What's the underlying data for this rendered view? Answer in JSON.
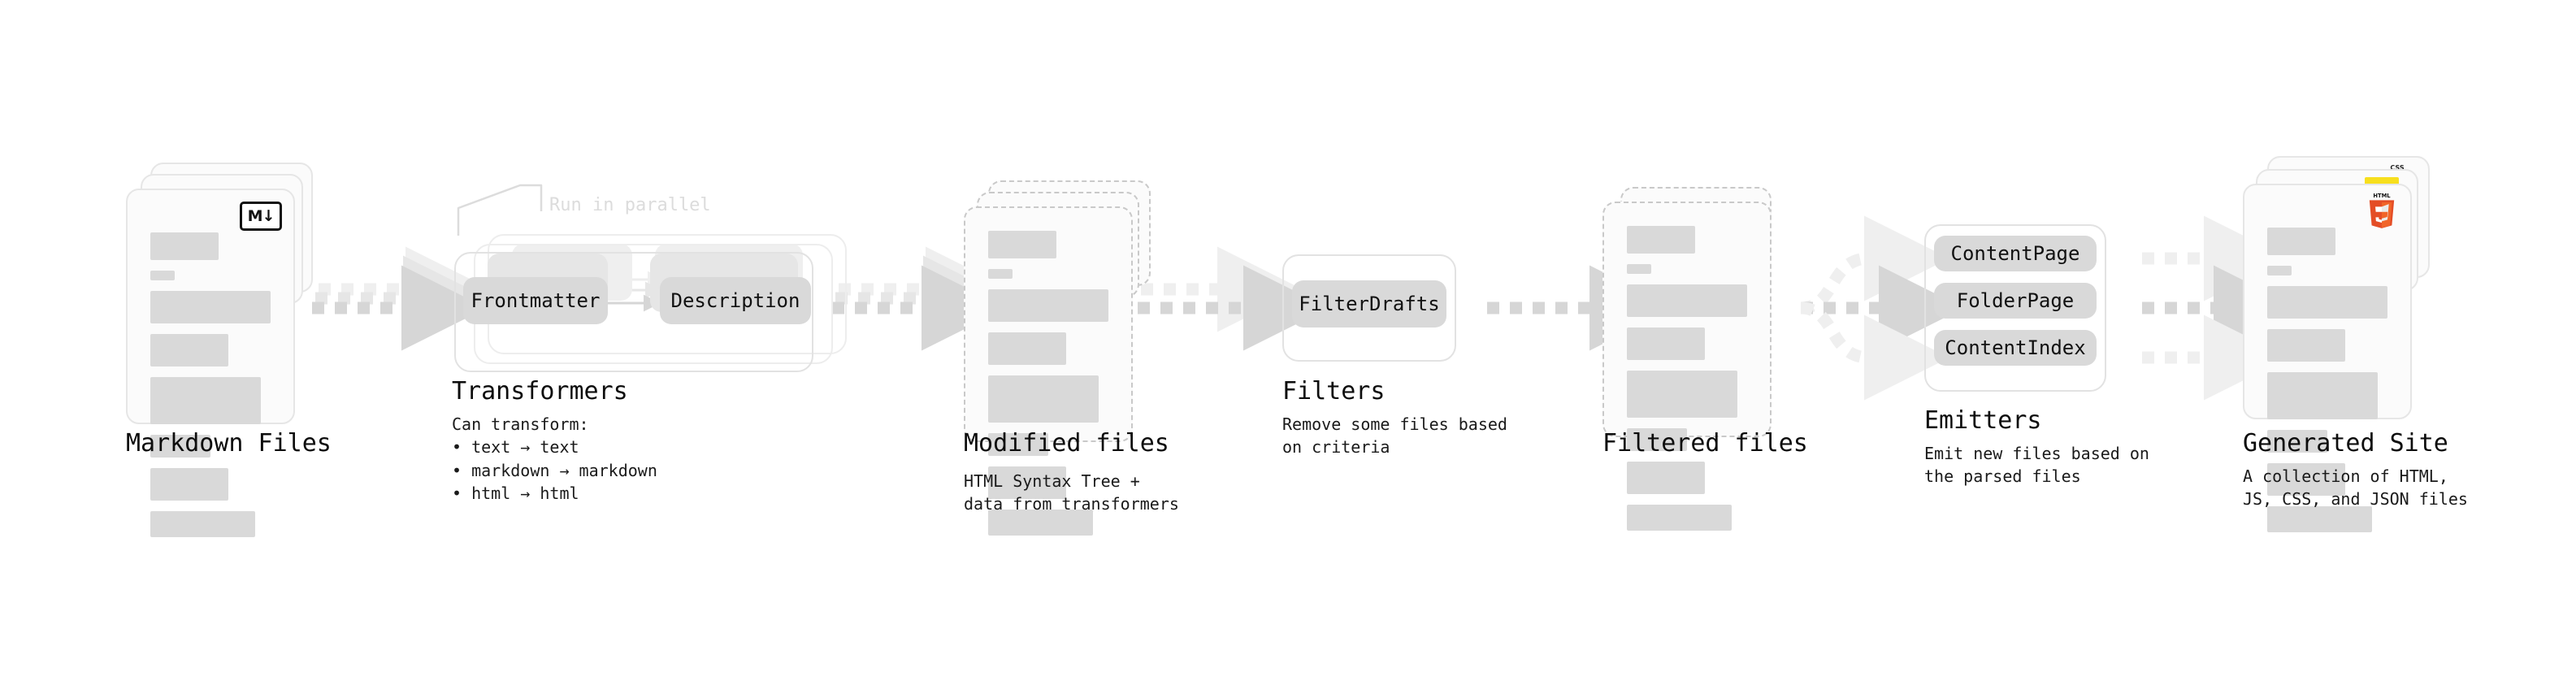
{
  "diagram": {
    "title": "Quartz static site generation pipeline",
    "colors": {
      "card_bg": "#FBFBFB",
      "card_border": "#E6E6E6",
      "dashed_border": "#C9C9C9",
      "placeholder_bar": "#D9D9D9",
      "arrow": "#D6D6D6",
      "pill_active": "#D9D9D9",
      "text": "#111111",
      "muted_text": "#DCDCDC",
      "html5_orange": "#E44D26",
      "html5_orange_light": "#F16529",
      "js_yellow": "#F7DF1E",
      "css_blue": "#264DE4"
    }
  },
  "stages": [
    {
      "id": "markdown-files",
      "title": "Markdown Files",
      "desc": "",
      "badge": "markdown-icon",
      "badge_label": "M",
      "card_style": "solid",
      "stack_count": 3
    },
    {
      "id": "transformers",
      "title": "Transformers",
      "desc": "Can transform:\n  • text  →  text\n  • markdown  →  markdown\n  • html  →  html",
      "annotation": "Run in parallel",
      "layers": 3,
      "pills": [
        "Frontmatter",
        "Description"
      ]
    },
    {
      "id": "modified-files",
      "title": "Modified files",
      "desc": "HTML Syntax Tree +\ndata from transformers",
      "card_style": "dashed",
      "stack_count": 3
    },
    {
      "id": "filters",
      "title": "Filters",
      "desc": "Remove some files based\non criteria",
      "pills": [
        "FilterDrafts"
      ]
    },
    {
      "id": "filtered-files",
      "title": "Filtered files",
      "desc": "",
      "card_style": "dashed",
      "stack_count": 2
    },
    {
      "id": "emitters",
      "title": "Emitters",
      "desc": "Emit new files based on\nthe parsed files",
      "pills": [
        "ContentPage",
        "FolderPage",
        "ContentIndex"
      ]
    },
    {
      "id": "generated-site",
      "title": "Generated Site",
      "desc": "A collection of HTML,\nJS, CSS, and JSON files",
      "badges": [
        "html5-icon",
        "js-icon",
        "css-icon"
      ],
      "card_style": "solid",
      "stack_count": 3
    }
  ],
  "connectors": [
    {
      "id": "arrow-markdown-to-transformers",
      "type": "dashed-arrow",
      "count": 3
    },
    {
      "id": "arrow-transformers-to-modified",
      "type": "dashed-arrow",
      "count": 3
    },
    {
      "id": "arrow-modified-to-filters",
      "type": "dashed-arrow",
      "count": 1
    },
    {
      "id": "arrow-filters-to-filtered",
      "type": "dashed-arrow",
      "count": 1
    },
    {
      "id": "arrow-filtered-to-emitters",
      "type": "dashed-arrow-fanout",
      "count": 3
    },
    {
      "id": "arrow-emitters-to-site",
      "type": "dashed-arrow",
      "count": 3
    }
  ],
  "bars": {
    "widths_pct": [
      57,
      20,
      100,
      65,
      92,
      50,
      65,
      87
    ],
    "heights": [
      34,
      12,
      40,
      40,
      58,
      28,
      40,
      32
    ]
  }
}
